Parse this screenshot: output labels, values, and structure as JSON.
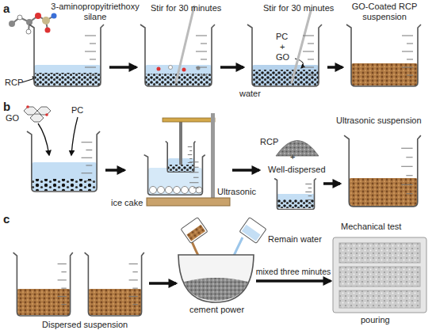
{
  "diagram": {
    "nodes": [
      {
        "text": [
          "3-aminopropyitriethoxy silane"
        ]
      },
      {
        "text": [
          "Stir for 30 minutes"
        ]
      },
      {
        "text": [
          "Stir for 30 minutes",
          "PC",
          "GO",
          "water"
        ]
      },
      {
        "text": [
          "GO-Coated RCP suspension"
        ]
      },
      {
        "text": [
          "GO",
          "PC"
        ]
      },
      {
        "text": [
          "ice cake",
          "Ultrasonic"
        ]
      },
      {
        "text": [
          "RCP",
          "Well-dispersed"
        ]
      },
      {
        "text": [
          "Ultrasonic suspension"
        ]
      },
      {
        "text": [
          "Dispersed suspension"
        ]
      },
      {
        "text": [
          "cement power"
        ]
      },
      {
        "text": [
          "Mechanical test",
          "pouring"
        ]
      }
    ],
    "edges": [
      {
        "from": 0,
        "to": 1,
        "arrow": "to"
      },
      {
        "from": 1,
        "to": 2,
        "arrow": "to"
      },
      {
        "from": 2,
        "to": 3,
        "arrow": "to"
      },
      {
        "from": 4,
        "to": 5,
        "arrow": "to"
      },
      {
        "from": 5,
        "to": 6,
        "arrow": "to"
      },
      {
        "from": 6,
        "to": 7,
        "arrow": "to"
      },
      {
        "from": 8,
        "to": 9,
        "arrow": "to"
      },
      {
        "from": 9,
        "to": 10,
        "arrow": "to",
        "label": "mixed three minutes"
      }
    ],
    "labels": [
      "a",
      "RCP",
      "+",
      "b",
      "+",
      "c",
      "Remain water"
    ]
  }
}
